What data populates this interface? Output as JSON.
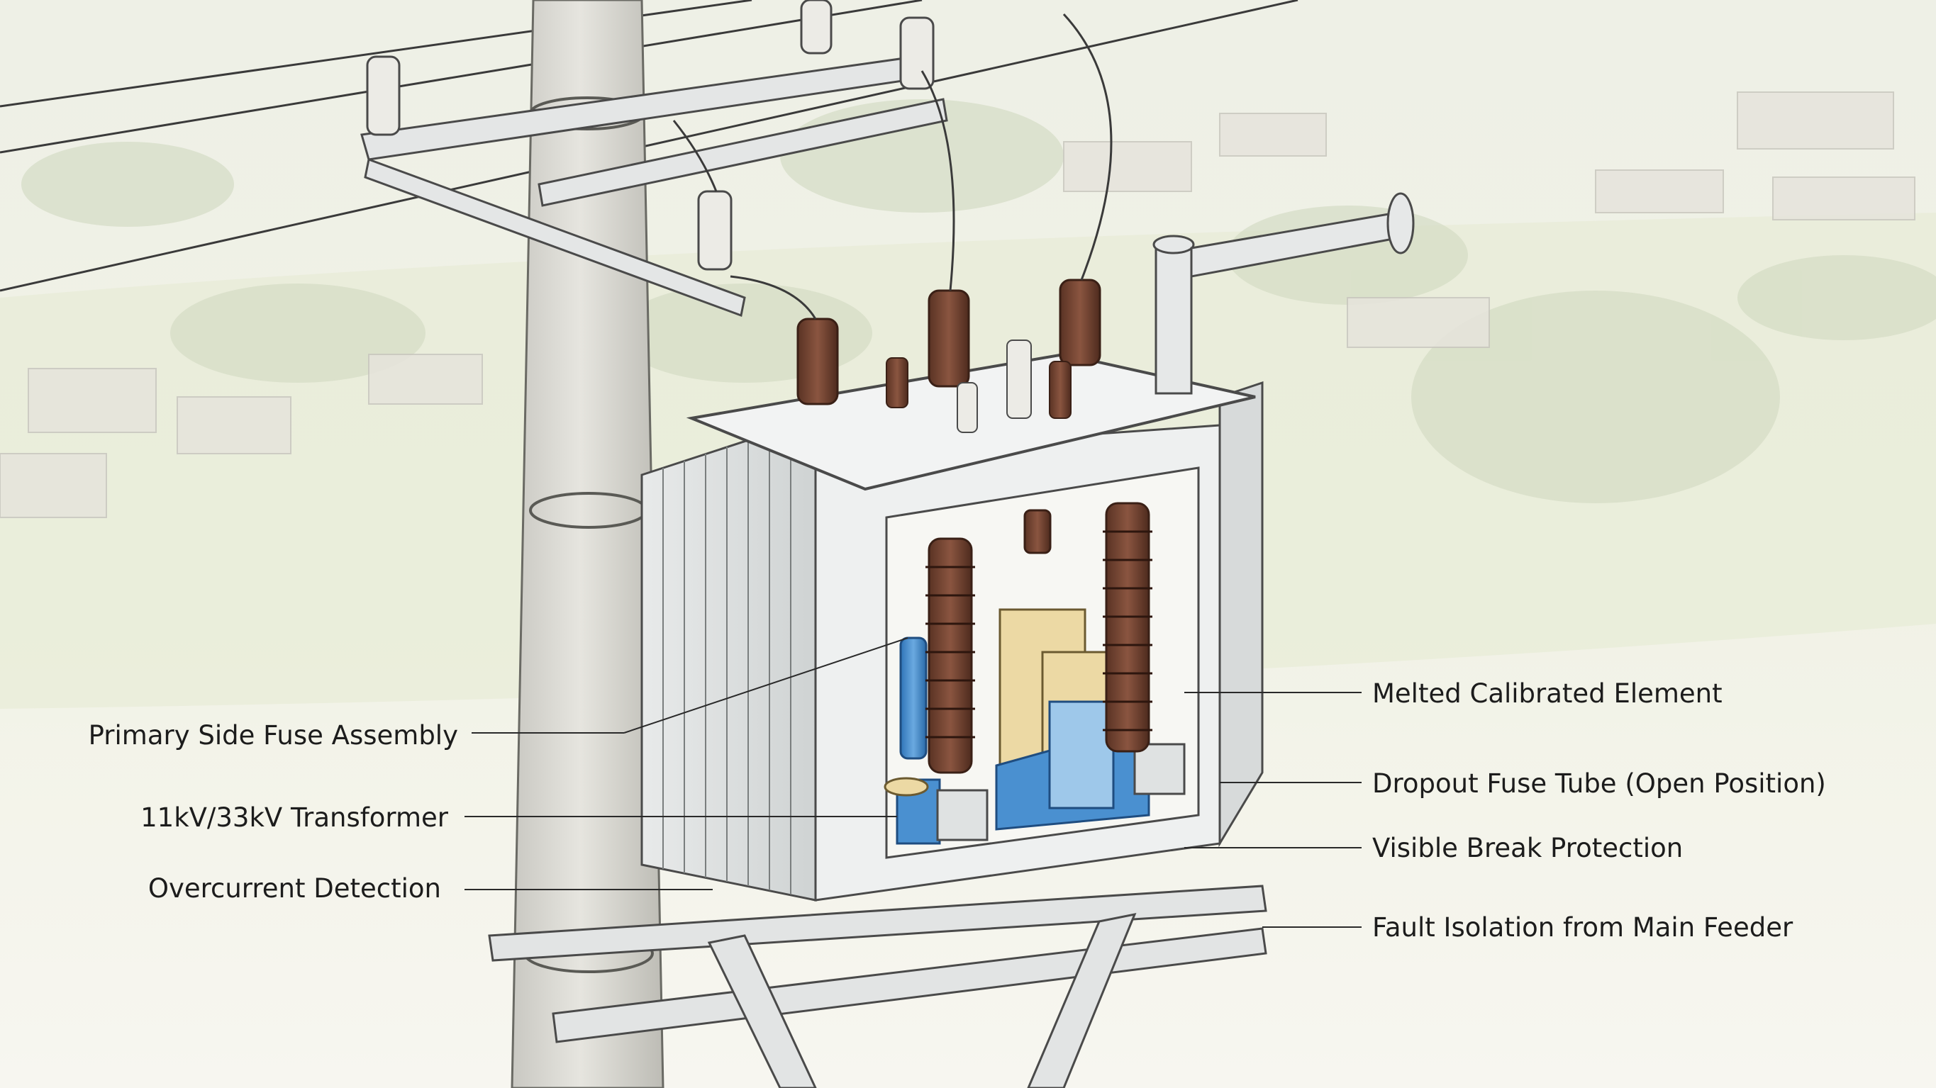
{
  "labels": {
    "primary_side_fuse_assembly": "Primary Side Fuse Assembly",
    "transformer": "11kV/33kV Transformer",
    "overcurrent_detection": "Overcurrent Detection",
    "melted_calibrated_element": "Melted Calibrated Element",
    "dropout_fuse_tube": "Dropout Fuse Tube (Open Position)",
    "visible_break_protection": "Visible Break Protection",
    "fault_isolation": "Fault Isolation from Main Feeder"
  },
  "colors": {
    "sky": "#f3f2ea",
    "field": "#e9ecd9",
    "pole": "#d9d8d2",
    "steel": "#e2e4e4",
    "tank": "#eef0f0",
    "bushing_brown": "#6e4030",
    "insulator_white": "#ecebe6",
    "blue_component": "#4a90d0",
    "tan_component": "#ecd9a4",
    "leader_line": "#2a2a2a",
    "outline": "#4a4a4a"
  }
}
